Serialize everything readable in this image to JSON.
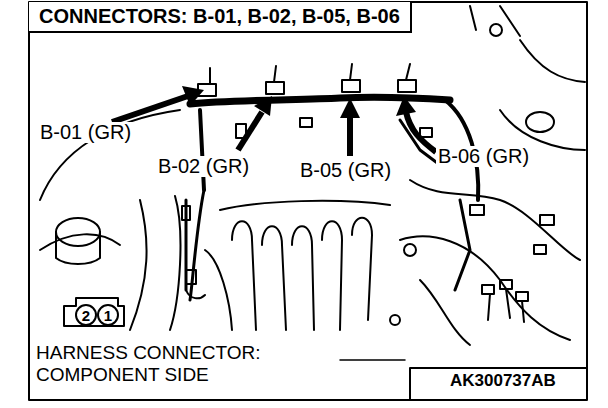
{
  "diagram": {
    "title": "CONNECTORS: B-01, B-02, B-05, B-06",
    "nodes": [
      {
        "text": [
          "2"
        ]
      },
      {
        "text": [
          "1"
        ]
      }
    ],
    "labels": [
      "B-01 (GR)",
      "B-02 (GR)",
      "B-05 (GR)",
      "B-06 (GR)",
      "HARNESS CONNECTOR: COMPONENT SIDE",
      "AK300737AB"
    ]
  }
}
